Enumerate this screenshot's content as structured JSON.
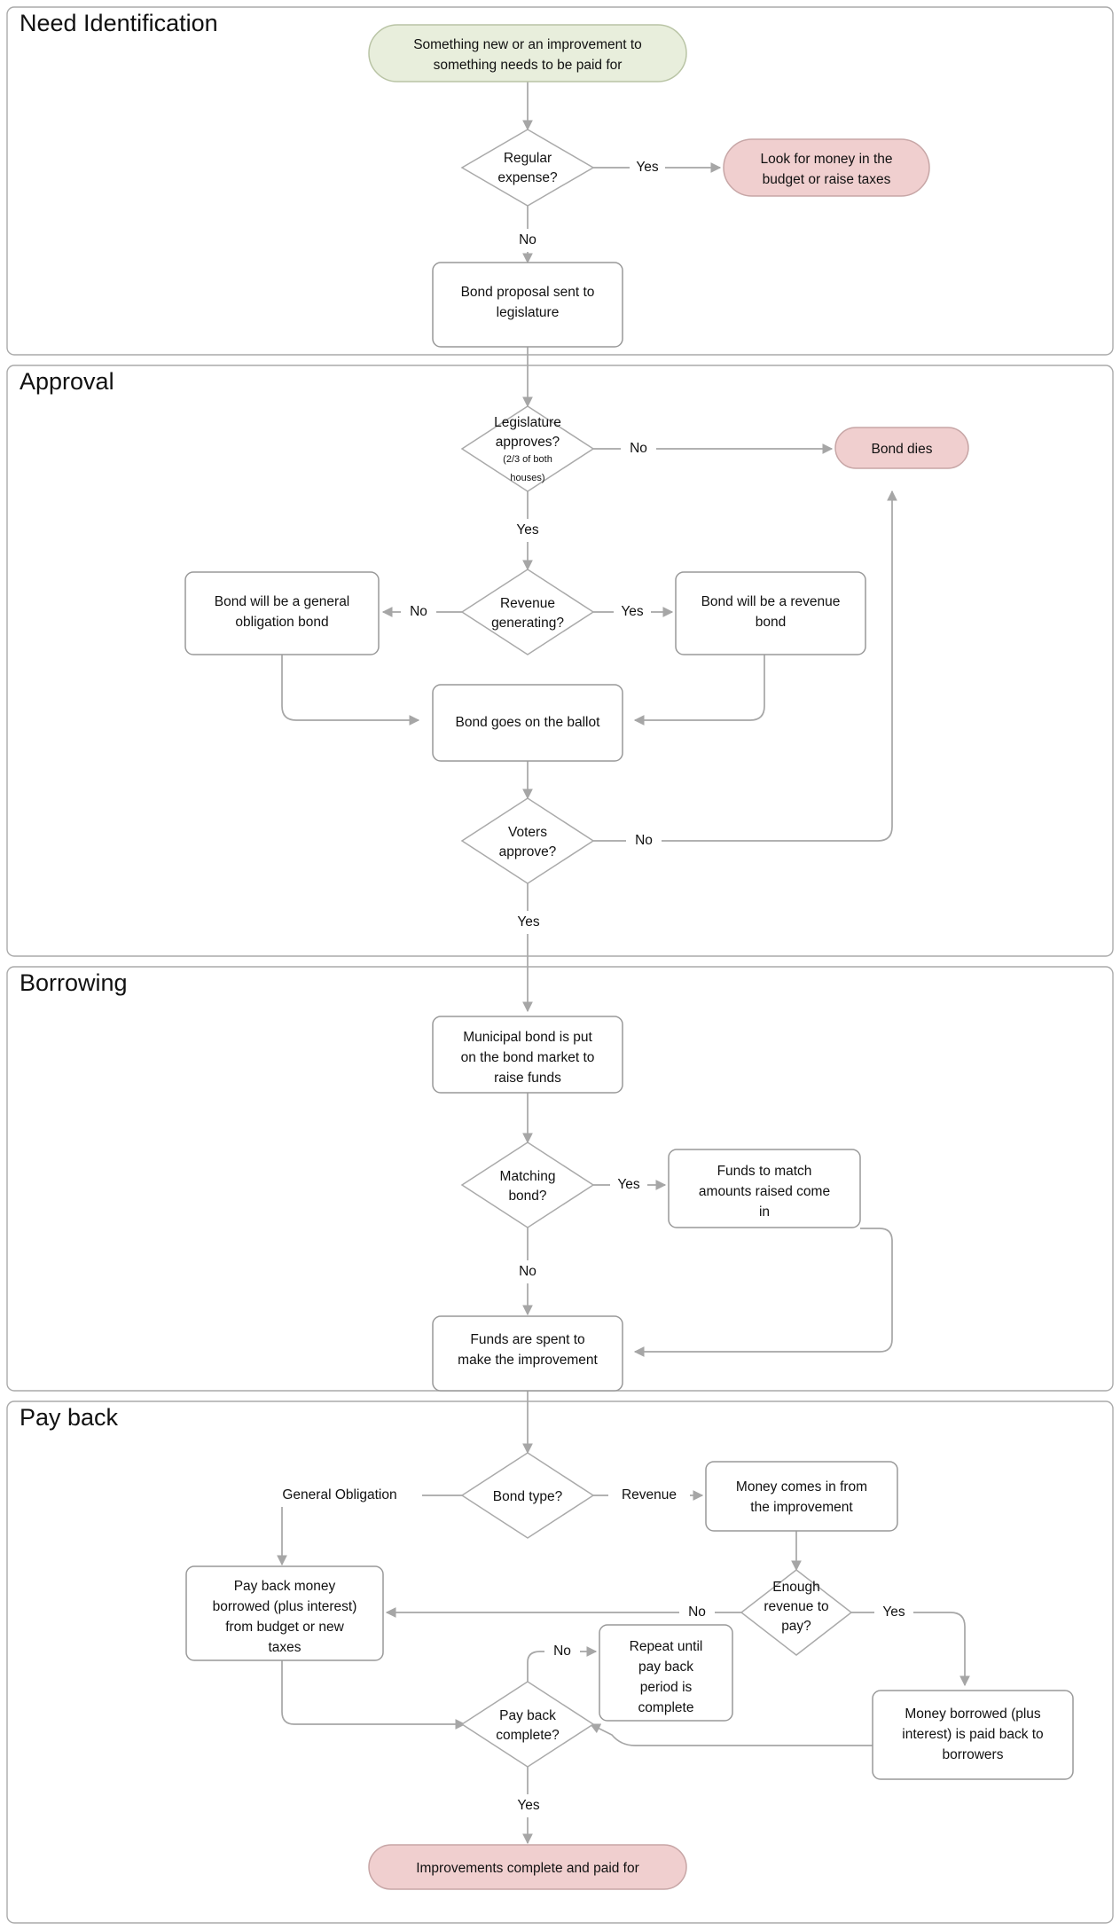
{
  "diagram": {
    "type": "flowchart",
    "orientation": "top-to-bottom",
    "accent_colors": {
      "start_fill": "#e8eedc",
      "start_stroke": "#b9c4a5",
      "terminal_fill": "#f0cfcf",
      "terminal_stroke": "#c7a6a6",
      "node_fill": "#ffffff",
      "node_stroke": "#999999",
      "edge_stroke": "#a6a6a6",
      "cluster_stroke": "#aaaaaa",
      "text": "#111111",
      "background": "#ffffff"
    }
  },
  "clusters": [
    {
      "id": "need",
      "title": "Need Identification"
    },
    {
      "id": "approval",
      "title": "Approval"
    },
    {
      "id": "borrowing",
      "title": "Borrowing"
    },
    {
      "id": "payback",
      "title": "Pay back"
    }
  ],
  "nodes": {
    "start": {
      "shape": "stadium",
      "style": "start",
      "lines": [
        "Something new or an improvement to",
        "something needs to be paid for"
      ]
    },
    "regular_expense": {
      "shape": "diamond",
      "lines": [
        "Regular",
        "expense?"
      ]
    },
    "look_for_money": {
      "shape": "stadium",
      "style": "terminal",
      "lines": [
        "Look for money in the",
        "budget or raise taxes"
      ]
    },
    "bond_proposal": {
      "shape": "rect",
      "lines": [
        "Bond proposal sent to",
        "legislature"
      ]
    },
    "legislature_approves": {
      "shape": "diamond",
      "lines": [
        "Legislature",
        "approves?"
      ],
      "sublines": [
        "(2/3 of both",
        "houses)"
      ]
    },
    "bond_dies": {
      "shape": "stadium",
      "style": "terminal",
      "lines": [
        "Bond dies"
      ]
    },
    "revenue_generating": {
      "shape": "diamond",
      "lines": [
        "Revenue",
        "generating?"
      ]
    },
    "general_obligation_bond": {
      "shape": "rect",
      "lines": [
        "Bond will be a general",
        "obligation bond"
      ]
    },
    "revenue_bond": {
      "shape": "rect",
      "lines": [
        "Bond will be a revenue",
        "bond"
      ]
    },
    "bond_on_ballot": {
      "shape": "rect",
      "lines": [
        "Bond goes on the ballot"
      ]
    },
    "voters_approve": {
      "shape": "diamond",
      "lines": [
        "Voters",
        "approve?"
      ]
    },
    "municipal_bond_market": {
      "shape": "rect",
      "lines": [
        "Municipal bond is put",
        "on the bond market to",
        "raise funds"
      ]
    },
    "matching_bond": {
      "shape": "diamond",
      "lines": [
        "Matching",
        "bond?"
      ]
    },
    "funds_to_match": {
      "shape": "rect",
      "lines": [
        "Funds to match",
        "amounts raised come",
        "in"
      ]
    },
    "funds_spent": {
      "shape": "rect",
      "lines": [
        "Funds are spent to",
        "make the improvement"
      ]
    },
    "bond_type": {
      "shape": "diamond",
      "lines": [
        "Bond type?"
      ]
    },
    "money_from_improvement": {
      "shape": "rect",
      "lines": [
        "Money comes in from",
        "the improvement"
      ]
    },
    "pay_back_money": {
      "shape": "rect",
      "lines": [
        "Pay back money",
        "borrowed (plus interest)",
        "from budget or new",
        "taxes"
      ]
    },
    "enough_revenue": {
      "shape": "diamond",
      "lines": [
        "Enough",
        "revenue to",
        "pay?"
      ]
    },
    "repeat_until": {
      "shape": "rect",
      "lines": [
        "Repeat until",
        "pay back",
        "period is",
        "complete"
      ]
    },
    "money_paid_back": {
      "shape": "rect",
      "lines": [
        "Money borrowed (plus",
        "interest) is paid back to",
        "borrowers"
      ]
    },
    "pay_back_complete": {
      "shape": "diamond",
      "lines": [
        "Pay back",
        "complete?"
      ]
    },
    "improvements_complete": {
      "shape": "stadium",
      "style": "terminal",
      "lines": [
        "Improvements complete and paid for"
      ]
    }
  },
  "edge_labels": {
    "regular_expense_yes": "Yes",
    "regular_expense_no": "No",
    "legislature_no": "No",
    "legislature_yes": "Yes",
    "revenue_generating_no": "No",
    "revenue_generating_yes": "Yes",
    "voters_no": "No",
    "voters_yes": "Yes",
    "matching_yes": "Yes",
    "matching_no": "No",
    "bond_type_general": "General Obligation",
    "bond_type_revenue": "Revenue",
    "enough_revenue_no": "No",
    "enough_revenue_yes": "Yes",
    "pay_back_no": "No",
    "pay_back_yes": "Yes"
  }
}
